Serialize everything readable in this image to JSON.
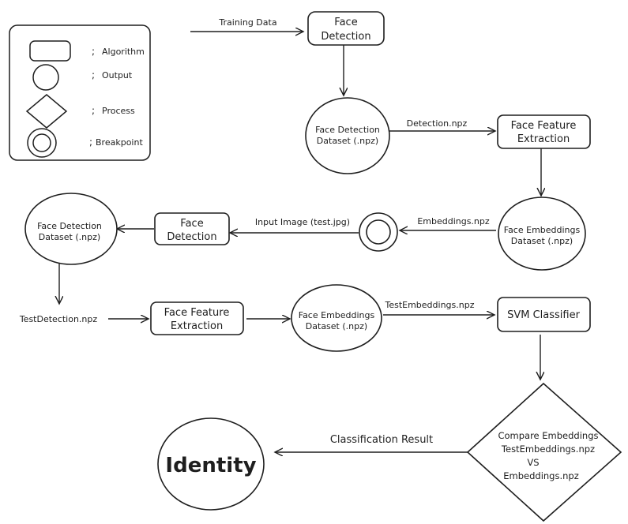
{
  "legend": {
    "items": [
      {
        "shape": "rounded-rect",
        "marker": ";",
        "label": "Algorithm"
      },
      {
        "shape": "circle",
        "marker": ";",
        "label": "Output"
      },
      {
        "shape": "diamond",
        "marker": ";",
        "label": "Process"
      },
      {
        "shape": "double-circle",
        "marker": ";",
        "label": "Breakpoint"
      }
    ]
  },
  "nodes": {
    "face_detection_train": {
      "type": "algorithm",
      "lines": [
        "Face",
        "Detection"
      ]
    },
    "face_detection_dataset_train": {
      "type": "output",
      "lines": [
        "Face Detection",
        "Dataset (.npz)"
      ]
    },
    "face_feature_extraction_train": {
      "type": "algorithm",
      "lines": [
        "Face Feature",
        "Extraction"
      ]
    },
    "face_embeddings_dataset_train": {
      "type": "output",
      "lines": [
        "Face Embeddings",
        "Dataset (.npz)"
      ]
    },
    "breakpoint": {
      "type": "breakpoint",
      "lines": []
    },
    "face_detection_test": {
      "type": "algorithm",
      "lines": [
        "Face",
        "Detection"
      ]
    },
    "face_detection_dataset_test": {
      "type": "output",
      "lines": [
        "Face Detection",
        "Dataset (.npz)"
      ]
    },
    "face_feature_extraction_test": {
      "type": "algorithm",
      "lines": [
        "Face Feature",
        "Extraction"
      ]
    },
    "face_embeddings_dataset_test": {
      "type": "output",
      "lines": [
        "Face Embeddings",
        "Dataset (.npz)"
      ]
    },
    "svm_classifier": {
      "type": "algorithm",
      "lines": [
        "SVM Classifier"
      ]
    },
    "compare_embeddings": {
      "type": "process",
      "lines": [
        "Compare Embeddings",
        "TestEmbeddings.npz",
        "VS",
        "Embeddings.npz"
      ]
    },
    "identity": {
      "type": "output",
      "lines": [
        "Identity"
      ]
    }
  },
  "edges": {
    "training_data": {
      "label": "Training Data"
    },
    "detect_to_dataset": {
      "label": ""
    },
    "detection_npz": {
      "label": "Detection.npz"
    },
    "extraction_to_embeddings": {
      "label": ""
    },
    "embeddings_npz": {
      "label": "Embeddings.npz"
    },
    "input_image": {
      "label": "Input Image (test.jpg)"
    },
    "detect_to_dataset_test": {
      "label": ""
    },
    "test_detection_down": {
      "label": ""
    },
    "test_detection_npz": {
      "label": "TestDetection.npz"
    },
    "extraction_to_embeddings_test": {
      "label": ""
    },
    "test_embeddings_npz": {
      "label": "TestEmbeddings.npz"
    },
    "svm_to_compare": {
      "label": ""
    },
    "classification_result": {
      "label": "Classification Result"
    }
  },
  "colors": {
    "stroke": "#1e1e1e",
    "fill": "#ffffff"
  }
}
